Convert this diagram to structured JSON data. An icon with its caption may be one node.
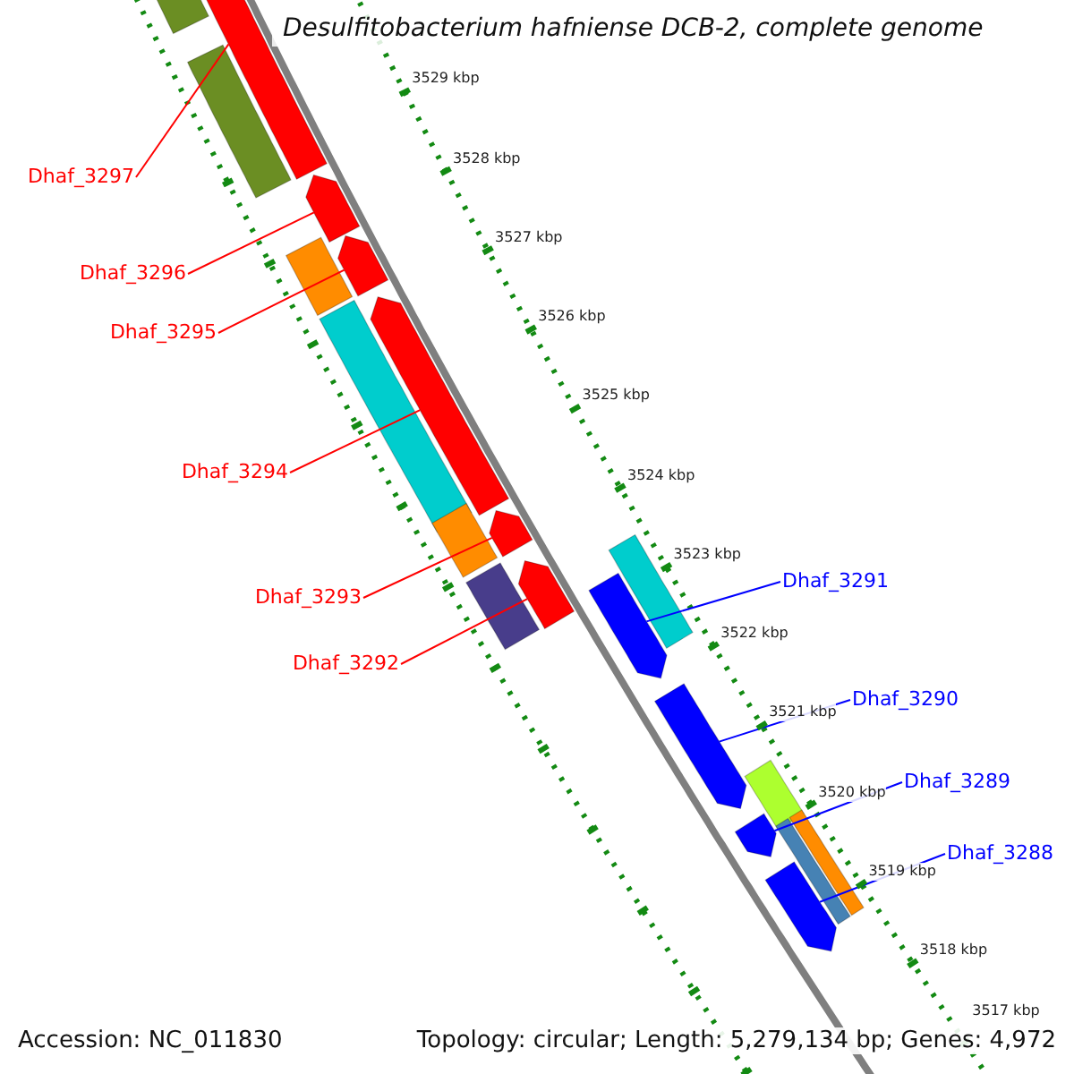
{
  "diagram": {
    "title": "Desulfitobacterium hafniense DCB-2, complete genome",
    "nodes": [
      {
        "text": [
          "Dhaf_3297"
        ]
      },
      {
        "text": [
          "Dhaf_3296"
        ]
      },
      {
        "text": [
          "Dhaf_3295"
        ]
      },
      {
        "text": [
          "Dhaf_3294"
        ]
      },
      {
        "text": [
          "Dhaf_3293"
        ]
      },
      {
        "text": [
          "Dhaf_3292"
        ]
      },
      {
        "text": [
          "Dhaf_3291"
        ]
      },
      {
        "text": [
          "Dhaf_3290"
        ]
      },
      {
        "text": [
          "Dhaf_3289"
        ]
      },
      {
        "text": [
          "Dhaf_3288"
        ]
      },
      {
        "text": [],
        "shape": "arrow"
      },
      {
        "text": [],
        "shape": "arrow"
      },
      {
        "text": [],
        "shape": "arrow"
      },
      {
        "text": [],
        "shape": "arrow"
      },
      {
        "text": [],
        "shape": "arrow"
      },
      {
        "text": [],
        "shape": "arrow"
      },
      {
        "text": [],
        "shape": "arrow"
      },
      {
        "text": [],
        "shape": "arrow"
      },
      {
        "text": [],
        "shape": "arrow"
      },
      {
        "text": [],
        "shape": "arrow"
      }
    ],
    "edges": [
      {
        "from": 0,
        "to": 10,
        "arrow": "none"
      },
      {
        "from": 1,
        "to": 11,
        "arrow": "none"
      },
      {
        "from": 2,
        "to": 12,
        "arrow": "none"
      },
      {
        "from": 3,
        "to": 13,
        "arrow": "none"
      },
      {
        "from": 4,
        "to": 14,
        "arrow": "none"
      },
      {
        "from": 5,
        "to": 15,
        "arrow": "none"
      },
      {
        "from": 6,
        "to": 16,
        "arrow": "none",
        "color": "#0000ff"
      },
      {
        "from": 7,
        "to": 17,
        "arrow": "none",
        "color": "#0000ff"
      },
      {
        "from": 8,
        "to": 18,
        "arrow": "none",
        "color": "#0000ff"
      },
      {
        "from": 9,
        "to": 19,
        "arrow": "none",
        "color": "#0000ff"
      }
    ],
    "labels": [
      "3529 kbp",
      "3528 kbp",
      "3527 kbp",
      "3526 kbp",
      "3525 kbp",
      "3524 kbp",
      "3523 kbp",
      "3522 kbp",
      "3521 kbp",
      "3520 kbp",
      "3519 kbp",
      "3518 kbp",
      "3517 kbp",
      "Accession: NC_011830",
      "Topology: circular; Length: 5,279,134 bp; Genes: 4,972"
    ]
  }
}
